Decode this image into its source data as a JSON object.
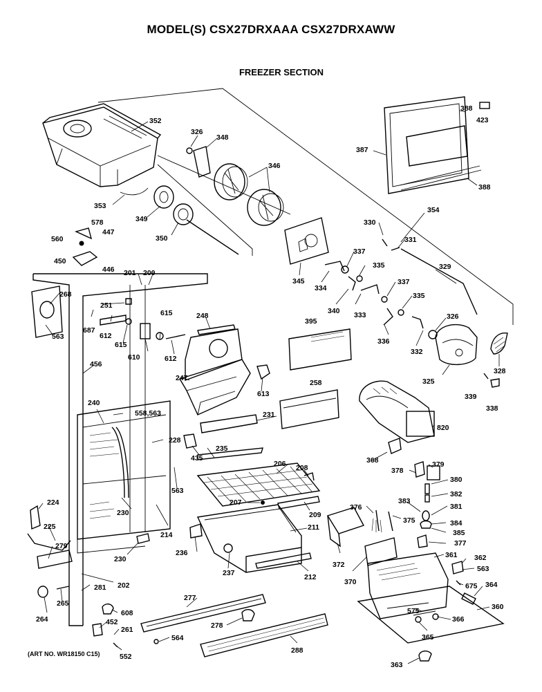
{
  "header": {
    "model_title": "MODEL(S) CSX27DRXAAA  CSX27DRXAWW",
    "section_title": "FREEZER SECTION"
  },
  "footer": {
    "art_number": "(ART NO. WR18150 C15)"
  },
  "part_labels": [
    "352",
    "326",
    "348",
    "346",
    "388",
    "423",
    "387",
    "388",
    "353",
    "349",
    "350",
    "578",
    "447",
    "560",
    "450",
    "446",
    "201",
    "200",
    "251",
    "268",
    "687",
    "612",
    "615",
    "610",
    "615",
    "612",
    "248",
    "563",
    "456",
    "247",
    "613",
    "240",
    "558,563",
    "228",
    "435",
    "230",
    "563",
    "224",
    "225",
    "279",
    "214",
    "230",
    "236",
    "237",
    "202",
    "281",
    "265",
    "264",
    "608",
    "452",
    "261",
    "552",
    "277",
    "278",
    "564",
    "288",
    "354",
    "330",
    "331",
    "337",
    "335",
    "345",
    "334",
    "340",
    "333",
    "337",
    "335",
    "329",
    "395",
    "336",
    "326",
    "332",
    "328",
    "325",
    "339",
    "338",
    "258",
    "231",
    "820",
    "235",
    "206",
    "208",
    "207",
    "209",
    "211",
    "212",
    "368",
    "378",
    "379",
    "380",
    "382",
    "376",
    "383",
    "375",
    "381",
    "384",
    "385",
    "377",
    "372",
    "370",
    "361",
    "362",
    "563",
    "675",
    "364",
    "360",
    "575",
    "366",
    "365",
    "363"
  ]
}
